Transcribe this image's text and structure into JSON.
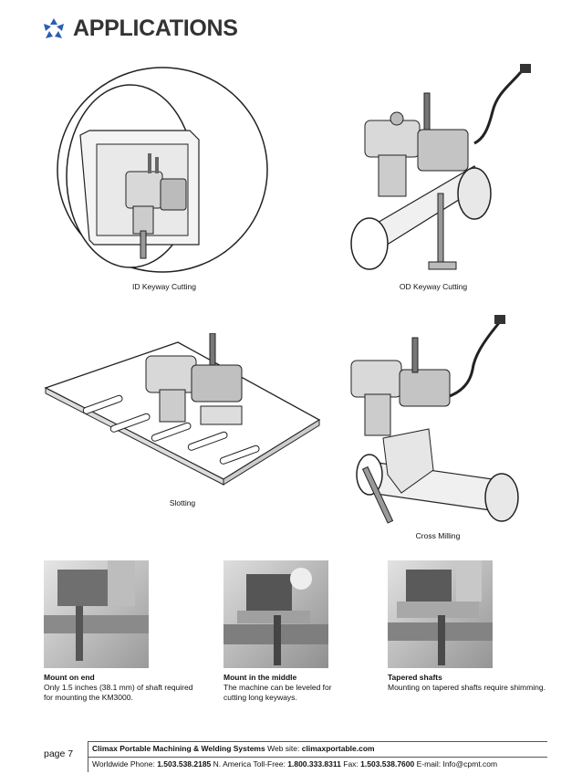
{
  "header": {
    "title": "APPLICATIONS",
    "logo_icon": "climax-star-logo-icon",
    "logo_color": "#2a5fae"
  },
  "illustrations": [
    {
      "caption": "ID Keyway Cutting"
    },
    {
      "caption": "OD Keyway Cutting"
    },
    {
      "caption": "Slotting"
    },
    {
      "caption": "Cross Milling"
    }
  ],
  "photos": [
    {
      "title": "Mount on end",
      "text_line1": "Only 1.5 inches (38.1 mm) of shaft required",
      "text_line2": "for mounting the KM3000."
    },
    {
      "title": "Mount in the middle",
      "text_line1": "The machine can be leveled for",
      "text_line2": "cutting long keyways."
    },
    {
      "title": "Tapered shafts",
      "text_line1": "Mounting on tapered shafts require shimming.",
      "text_line2": ""
    }
  ],
  "footer": {
    "page_label": "page 7",
    "company": "Climax Portable Machining & Welding Systems",
    "website_label": "Web site:",
    "website": "climaxportable.com",
    "worldwide_label": "Worldwide Phone:",
    "worldwide_phone": "1.503.538.2185",
    "na_label": "N. America Toll-Free:",
    "na_phone": "1.800.333.8311",
    "fax_label": "Fax:",
    "fax": "1.503.538.7600",
    "email_label": "E-mail:",
    "email": "Info@cpmt.com"
  }
}
